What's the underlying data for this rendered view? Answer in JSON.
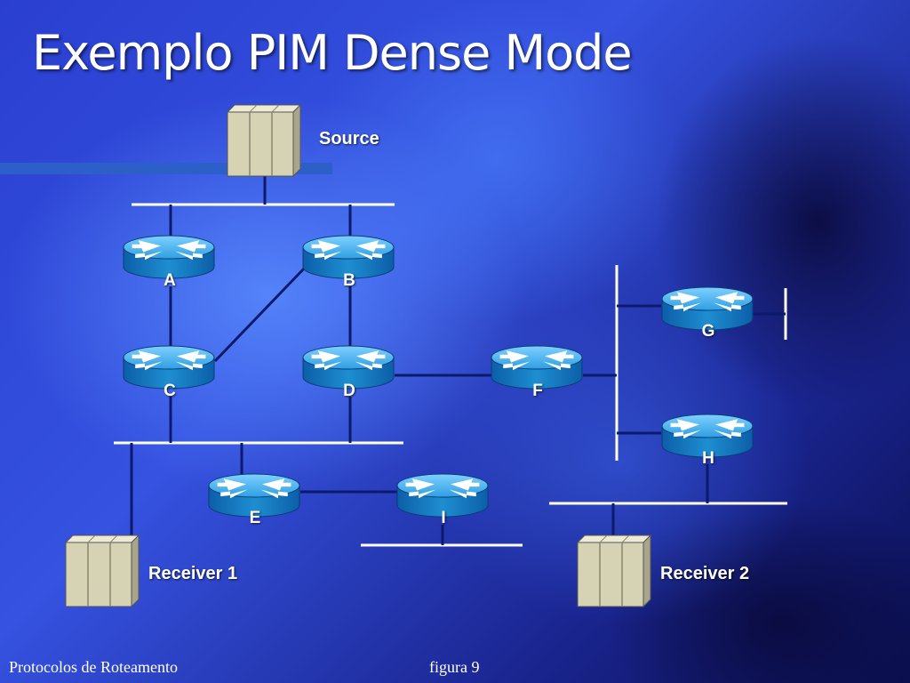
{
  "title": "Exemplo PIM Dense Mode",
  "colors": {
    "line_dark": "#0c1a6b",
    "line_white": "#ffffff",
    "router_blue": "#1e8ed1",
    "host_beige": "#d6d2b4"
  },
  "hosts": {
    "source": "Source",
    "receiver1": "Receiver 1",
    "receiver2": "Receiver 2"
  },
  "routers": [
    {
      "id": "a",
      "label": "A"
    },
    {
      "id": "b",
      "label": "B"
    },
    {
      "id": "c",
      "label": "C"
    },
    {
      "id": "d",
      "label": "D"
    },
    {
      "id": "f",
      "label": "F"
    },
    {
      "id": "g",
      "label": "G"
    },
    {
      "id": "h",
      "label": "H"
    },
    {
      "id": "e",
      "label": "E"
    },
    {
      "id": "i",
      "label": "I"
    }
  ],
  "footer": {
    "left": "Protocolos de Roteamento",
    "right": "figura 9"
  }
}
